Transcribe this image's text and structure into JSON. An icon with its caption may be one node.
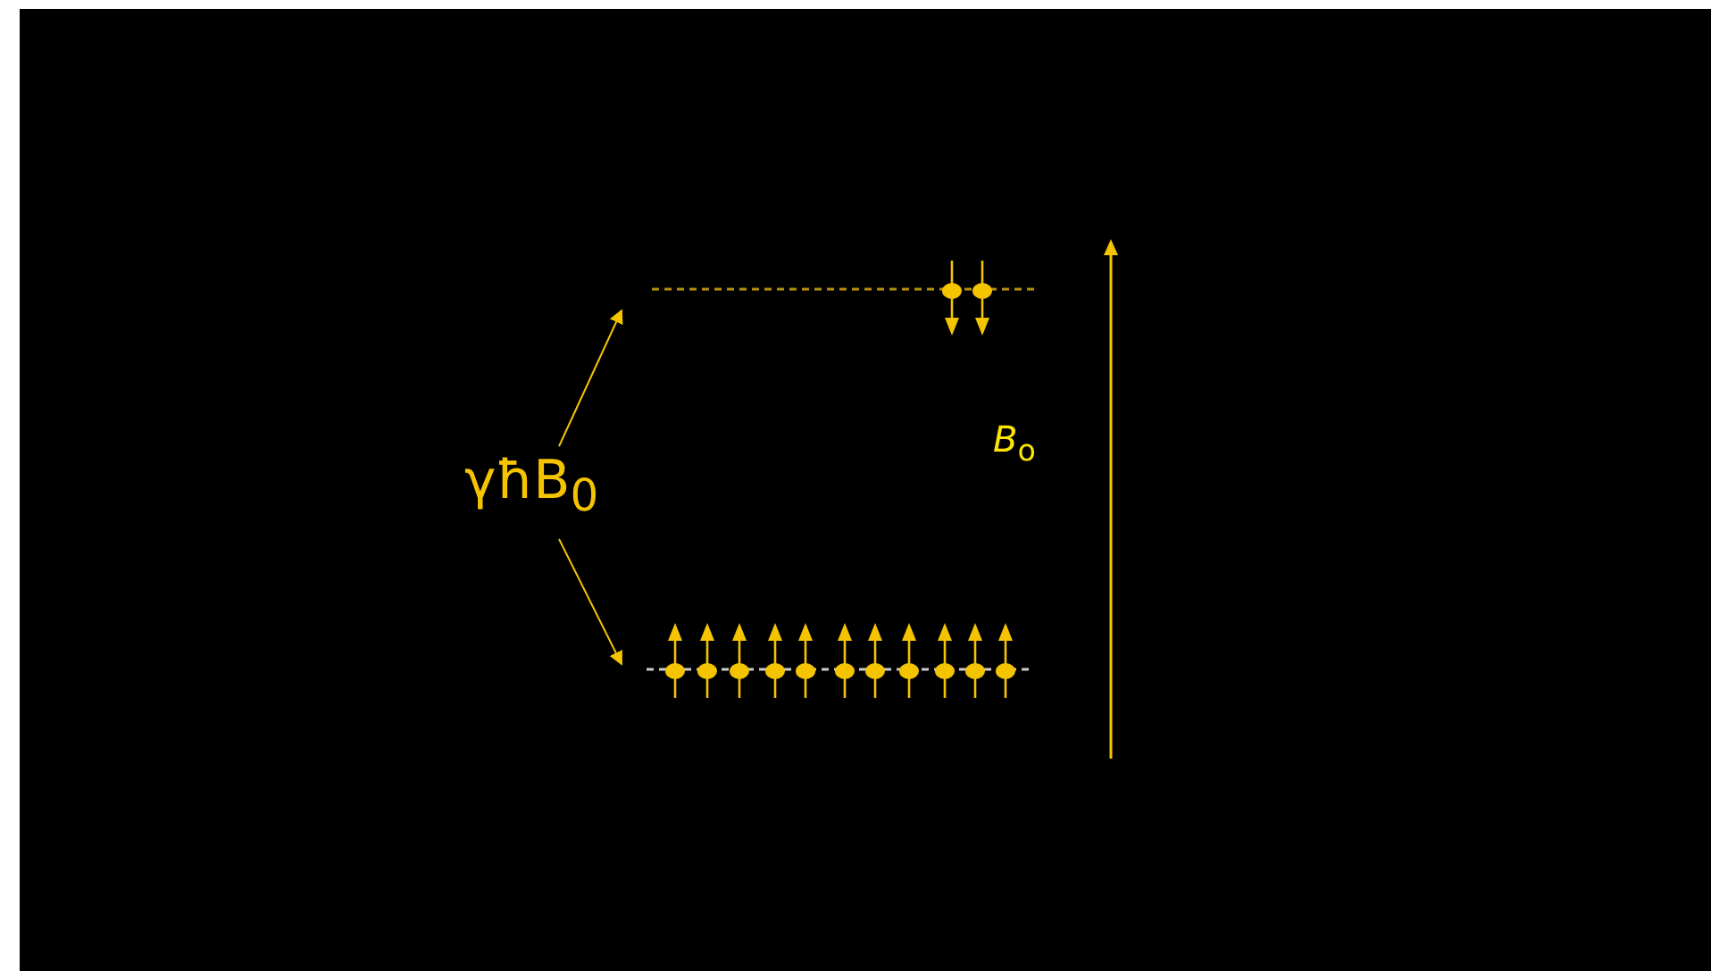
{
  "diagram": {
    "nodes": [
      {
        "text": [
          "γħB$_{0}$"
        ]
      },
      {
        "text": [],
        "shape": "line"
      },
      {
        "text": [],
        "shape": "line"
      }
    ],
    "edges": [
      {
        "from": 0,
        "to": 1,
        "arrow": "to"
      },
      {
        "from": 0,
        "to": 2,
        "arrow": "to"
      }
    ],
    "labels": [
      "*B*$_{o}$"
    ]
  }
}
